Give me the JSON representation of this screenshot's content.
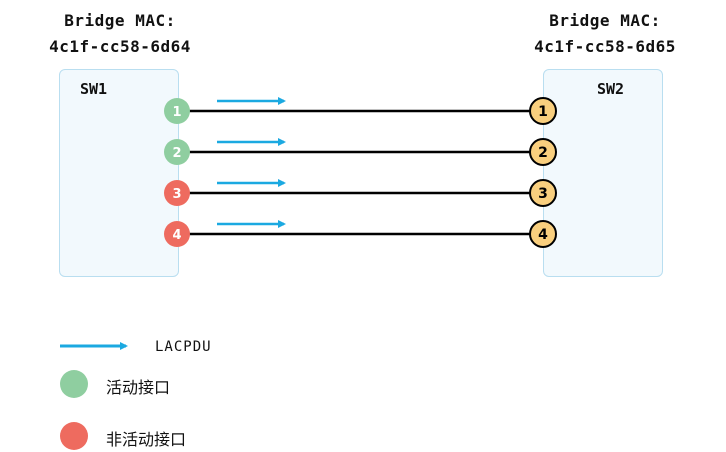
{
  "left_switch": {
    "mac_heading": "Bridge MAC:",
    "mac_value": "4c1f-cc58-6d64",
    "name": "SW1"
  },
  "right_switch": {
    "mac_heading": "Bridge MAC:",
    "mac_value": "4c1f-cc58-6d65",
    "name": "SW2"
  },
  "links": [
    {
      "left_port": "1",
      "right_port": "1",
      "left_state": "active"
    },
    {
      "left_port": "2",
      "right_port": "2",
      "left_state": "active"
    },
    {
      "left_port": "3",
      "right_port": "3",
      "left_state": "inactive"
    },
    {
      "left_port": "4",
      "right_port": "4",
      "left_state": "inactive"
    }
  ],
  "legend": {
    "lacpdu_label": "LACPDU",
    "active_label": "活动接口",
    "inactive_label": "非活动接口"
  },
  "colors": {
    "active": "#8fcea0",
    "inactive": "#ee6b5f",
    "right_port": "#f9cf7e",
    "arrow": "#1ba9e1",
    "switch_fill": "#f2f9fd",
    "switch_border": "#b9def0"
  }
}
